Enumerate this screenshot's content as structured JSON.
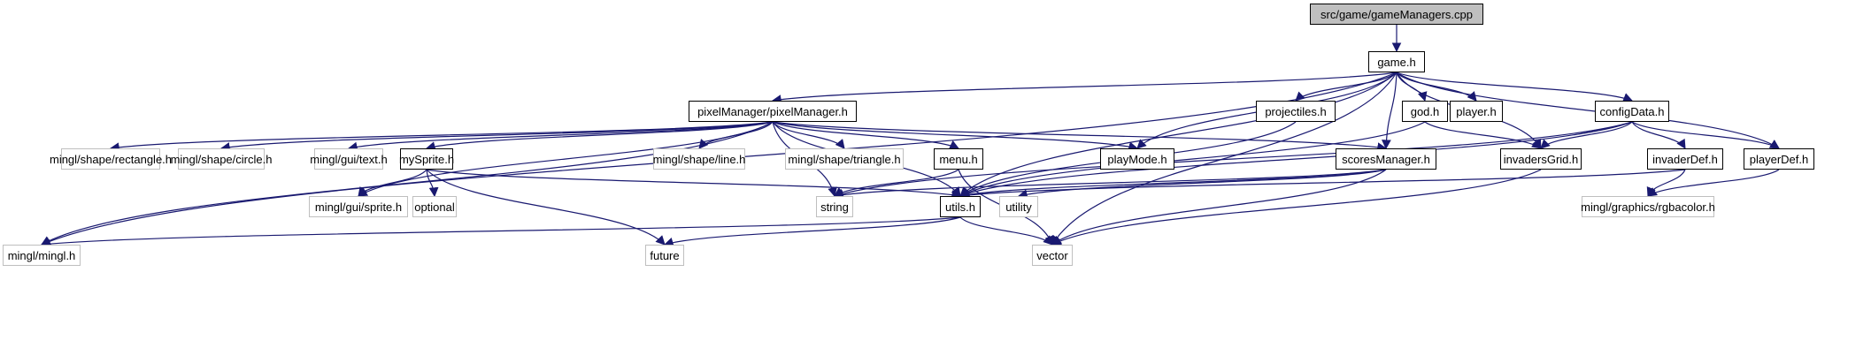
{
  "diagram": {
    "title": "src/game/gameManagers.cpp include dependency graph",
    "edge_color": "#191970",
    "nodes": [
      {
        "id": "root",
        "label": "src/game/gameManagers.cpp",
        "kind": "root"
      },
      {
        "id": "game",
        "label": "game.h",
        "kind": "doc"
      },
      {
        "id": "pixelManager",
        "label": "pixelManager/pixelManager.h",
        "kind": "doc"
      },
      {
        "id": "projectiles",
        "label": "projectiles.h",
        "kind": "doc"
      },
      {
        "id": "god",
        "label": "god.h",
        "kind": "doc"
      },
      {
        "id": "player",
        "label": "player.h",
        "kind": "doc"
      },
      {
        "id": "configData",
        "label": "configData.h",
        "kind": "doc"
      },
      {
        "id": "rectangle",
        "label": "mingl/shape/rectangle.h",
        "kind": "ext"
      },
      {
        "id": "circle",
        "label": "mingl/shape/circle.h",
        "kind": "ext"
      },
      {
        "id": "text",
        "label": "mingl/gui/text.h",
        "kind": "ext"
      },
      {
        "id": "mySprite",
        "label": "mySprite.h",
        "kind": "doc"
      },
      {
        "id": "line",
        "label": "mingl/shape/line.h",
        "kind": "ext"
      },
      {
        "id": "triangle",
        "label": "mingl/shape/triangle.h",
        "kind": "ext"
      },
      {
        "id": "menu",
        "label": "menu.h",
        "kind": "doc"
      },
      {
        "id": "playMode",
        "label": "playMode.h",
        "kind": "doc"
      },
      {
        "id": "scoresManager",
        "label": "scoresManager.h",
        "kind": "doc"
      },
      {
        "id": "invadersGrid",
        "label": "invadersGrid.h",
        "kind": "doc"
      },
      {
        "id": "invaderDef",
        "label": "invaderDef.h",
        "kind": "doc"
      },
      {
        "id": "playerDef",
        "label": "playerDef.h",
        "kind": "doc"
      },
      {
        "id": "sprite",
        "label": "mingl/gui/sprite.h",
        "kind": "ext"
      },
      {
        "id": "optional",
        "label": "optional",
        "kind": "ext"
      },
      {
        "id": "string",
        "label": "string",
        "kind": "ext"
      },
      {
        "id": "utils",
        "label": "utils.h",
        "kind": "doc"
      },
      {
        "id": "utility",
        "label": "utility",
        "kind": "ext"
      },
      {
        "id": "rgbacolor",
        "label": "mingl/graphics/rgbacolor.h",
        "kind": "ext"
      },
      {
        "id": "mingl",
        "label": "mingl/mingl.h",
        "kind": "ext"
      },
      {
        "id": "future",
        "label": "future",
        "kind": "ext"
      },
      {
        "id": "vector",
        "label": "vector",
        "kind": "ext"
      }
    ],
    "edges": [
      [
        "root",
        "game"
      ],
      [
        "game",
        "mingl"
      ],
      [
        "game",
        "pixelManager"
      ],
      [
        "game",
        "playMode"
      ],
      [
        "game",
        "utils"
      ],
      [
        "game",
        "projectiles"
      ],
      [
        "game",
        "scoresManager"
      ],
      [
        "game",
        "god"
      ],
      [
        "game",
        "player"
      ],
      [
        "game",
        "invadersGrid"
      ],
      [
        "game",
        "configData"
      ],
      [
        "game",
        "playerDef"
      ],
      [
        "game",
        "vector"
      ],
      [
        "pixelManager",
        "rectangle"
      ],
      [
        "pixelManager",
        "circle"
      ],
      [
        "pixelManager",
        "text"
      ],
      [
        "pixelManager",
        "mySprite"
      ],
      [
        "pixelManager",
        "line"
      ],
      [
        "pixelManager",
        "triangle"
      ],
      [
        "pixelManager",
        "menu"
      ],
      [
        "pixelManager",
        "playMode"
      ],
      [
        "pixelManager",
        "scoresManager"
      ],
      [
        "pixelManager",
        "sprite"
      ],
      [
        "pixelManager",
        "mingl"
      ],
      [
        "pixelManager",
        "string"
      ],
      [
        "pixelManager",
        "utils"
      ],
      [
        "mySprite",
        "sprite"
      ],
      [
        "mySprite",
        "optional"
      ],
      [
        "mySprite",
        "future"
      ],
      [
        "mySprite",
        "utils"
      ],
      [
        "menu",
        "string"
      ],
      [
        "menu",
        "vector"
      ],
      [
        "projectiles",
        "utils"
      ],
      [
        "scoresManager",
        "string"
      ],
      [
        "scoresManager",
        "utils"
      ],
      [
        "scoresManager",
        "utility"
      ],
      [
        "scoresManager",
        "vector"
      ],
      [
        "god",
        "invadersGrid"
      ],
      [
        "god",
        "utils"
      ],
      [
        "configData",
        "string"
      ],
      [
        "configData",
        "invadersGrid"
      ],
      [
        "configData",
        "utils"
      ],
      [
        "configData",
        "invaderDef"
      ],
      [
        "configData",
        "playerDef"
      ],
      [
        "invadersGrid",
        "vector"
      ],
      [
        "invaderDef",
        "utils"
      ],
      [
        "invaderDef",
        "rgbacolor"
      ],
      [
        "playerDef",
        "rgbacolor"
      ],
      [
        "utils",
        "mingl"
      ],
      [
        "utils",
        "future"
      ],
      [
        "utils",
        "vector"
      ]
    ]
  }
}
